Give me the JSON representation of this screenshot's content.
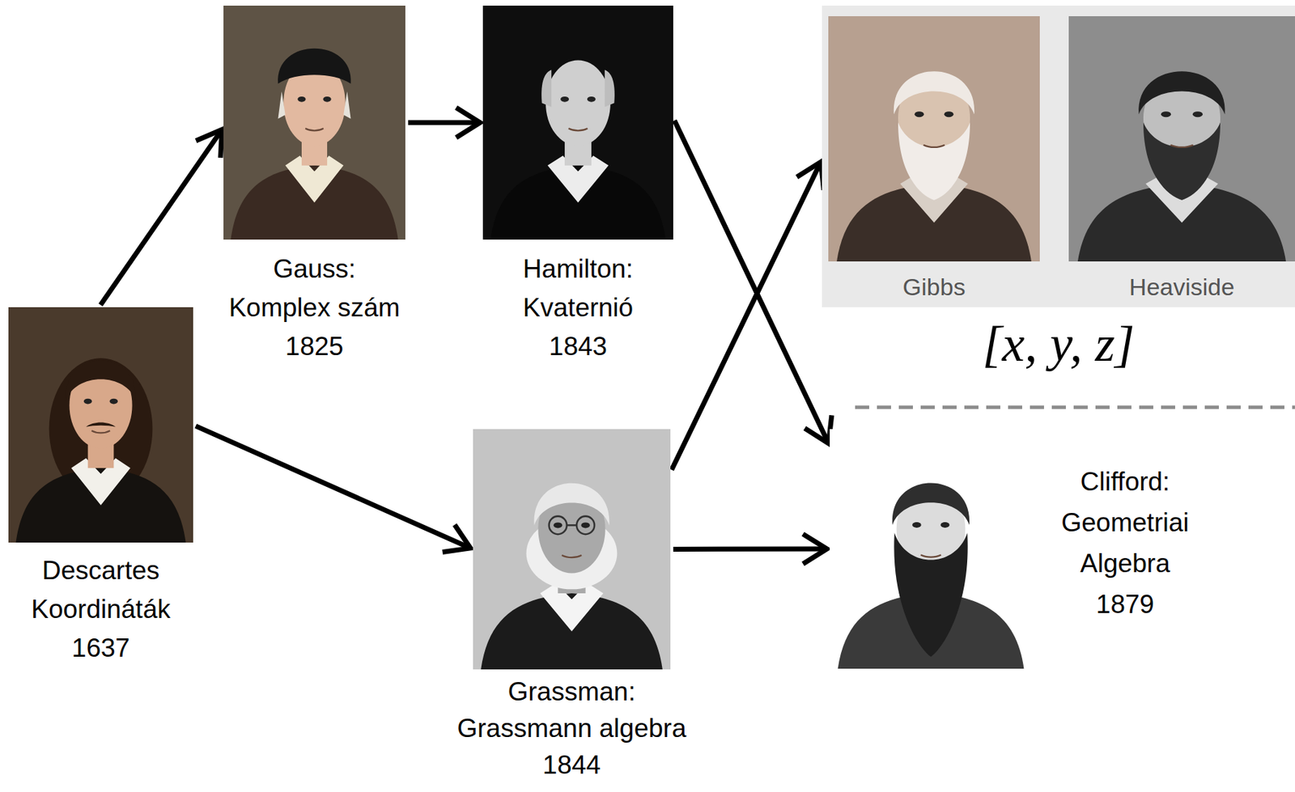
{
  "diagram": {
    "nodes": [
      {
        "text": [
          "Descartes",
          "Koordináták",
          "1637"
        ]
      },
      {
        "text": [
          "Gauss:",
          "Komplex szám",
          "1825"
        ]
      },
      {
        "text": [
          "Hamilton:",
          "Kvaternió",
          "1843"
        ]
      },
      {
        "text": [
          "[x, y, z]"
        ]
      },
      {
        "text": [
          "Gibbs"
        ],
        "in": 3
      },
      {
        "text": [
          "Heaviside"
        ],
        "in": 3
      },
      {
        "text": [
          "Grassman:",
          "Grassmann algebra",
          "1844"
        ]
      },
      {
        "text": [
          "Clifford:",
          "Geometriai",
          "Algebra",
          "1879"
        ]
      }
    ],
    "edges": [
      {
        "from": 0,
        "to": 1,
        "arrow": "to"
      },
      {
        "from": 0,
        "to": 6,
        "arrow": "to"
      },
      {
        "from": 1,
        "to": 2,
        "arrow": "to"
      },
      {
        "from": 2,
        "to": 7,
        "arrow": "to"
      },
      {
        "from": 6,
        "to": 3,
        "arrow": "to"
      },
      {
        "from": 6,
        "to": 7,
        "arrow": "to"
      }
    ]
  }
}
